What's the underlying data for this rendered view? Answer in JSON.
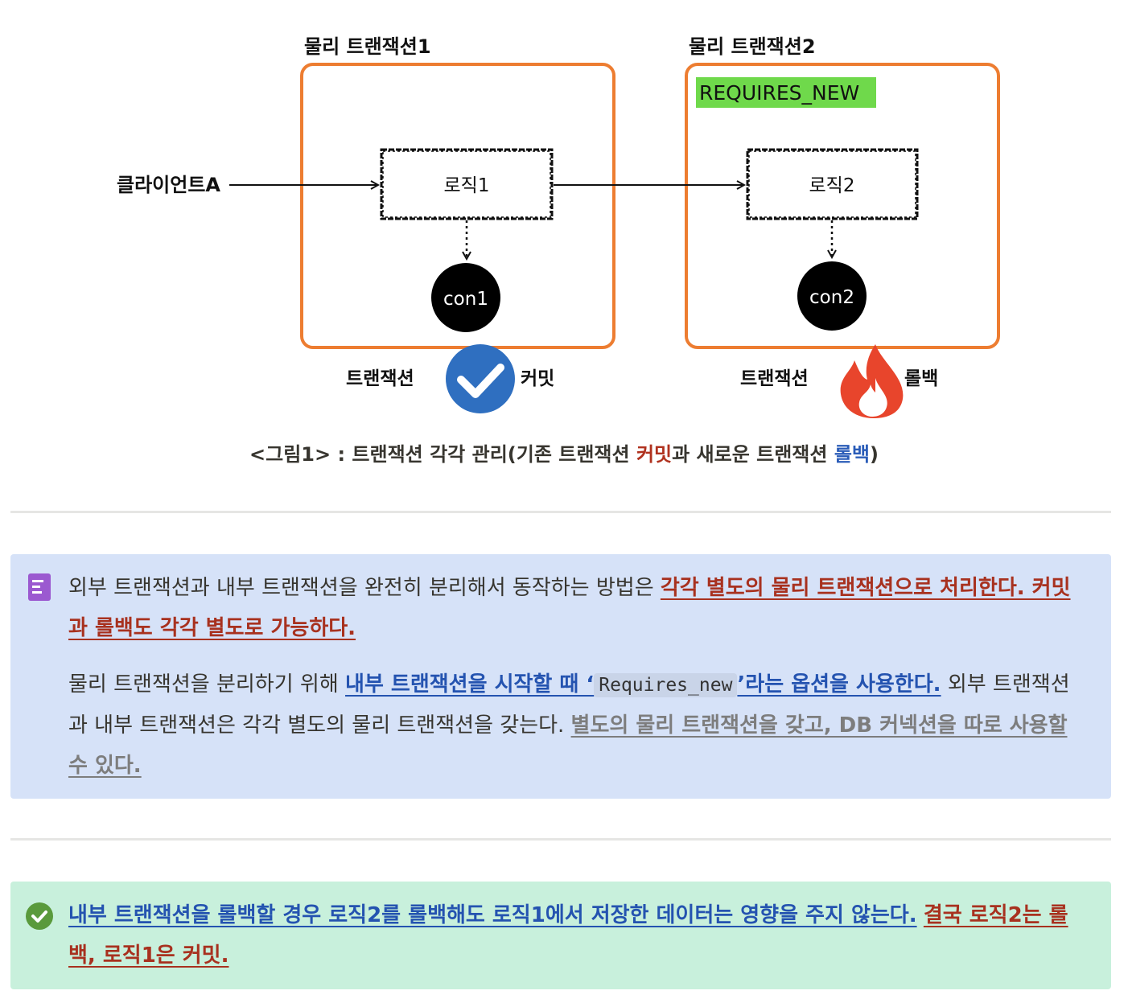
{
  "figure": {
    "tx1_label": "물리 트랜잭션1",
    "tx2_label": "물리 트랜잭션2",
    "requires_new_tag": "REQUIRES_NEW",
    "client_label": "클라이언트A",
    "logic1_label": "로직1",
    "logic2_label": "로직2",
    "con1_label": "con1",
    "con2_label": "con2",
    "tx1_bottom_left": "트랜잭션",
    "tx1_bottom_right": "커밋",
    "tx2_bottom_left": "트랜잭션",
    "tx2_bottom_right": "롤백"
  },
  "caption": {
    "part1": "<그림1> : 트랜잭션 각각 관리(기존 트랜잭션 ",
    "commit": "커밋",
    "part2": "과 새로운 트랜잭션 ",
    "rollback": "롤백",
    "part3": ")"
  },
  "callout1": {
    "icon": "document-icon",
    "p1_text": "외부 트랜잭션과 내부 트랜잭션을 완전히 분리해서 동작하는 방법은 ",
    "p1_highlight": "각각 별도의 물리 트랜잭션으로 처리한다. 커밋과 롤백도 각각 별도로 가능하다.",
    "p2_text1": "물리 트랜잭션을 분리하기 위해 ",
    "p2_link1": "내부 트랜잭션을 시작할 때 ‘",
    "p2_code": "Requires_new",
    "p2_link2": "’라는 옵션을 사용한다.",
    "p2_text2": " 외부 트랜잭션과 내부 트랜잭션은 각각 별도의 물리 트랜잭션을 갖는다. ",
    "p2_gray": "별도의 물리 트랜잭션을 갖고, DB 커넥션을 따로 사용할 수 있다."
  },
  "callout2": {
    "icon": "check-circle-icon",
    "blue_text": "내부 트랜잭션을 롤백할 경우 로직2를 롤백해도 로직1에서 저장한 데이터는 영향을 주지 않는다.",
    "space": " ",
    "red_text": "결국 로직2는 롤백, 로직1은 커밋."
  },
  "colors": {
    "orange_border": "#ed7d31",
    "requires_new_bg": "#6fd94b",
    "check_blue": "#2f6fc0",
    "fire_red": "#e8452c",
    "blue_callout": "#d6e2f8",
    "green_callout": "#c8f0dc"
  }
}
